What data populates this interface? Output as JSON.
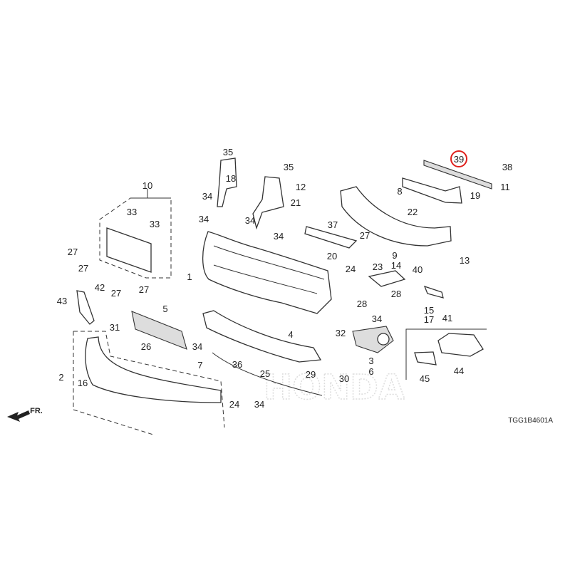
{
  "diagram": {
    "code": "TGG1B4601A",
    "direction": "FR.",
    "highlight_color": "#e0201c",
    "watermark": "HONDA",
    "labels": [
      "35",
      "18",
      "34",
      "34",
      "35",
      "21",
      "34",
      "34",
      "12",
      "8",
      "22",
      "19",
      "11",
      "39",
      "38",
      "37",
      "27",
      "20",
      "23",
      "40",
      "13",
      "9",
      "14",
      "24",
      "28",
      "28",
      "15",
      "17",
      "41",
      "34",
      "32",
      "3",
      "6",
      "44",
      "45",
      "10",
      "33",
      "33",
      "27",
      "27",
      "1",
      "43",
      "42",
      "27",
      "27",
      "5",
      "31",
      "26",
      "34",
      "4",
      "7",
      "36",
      "25",
      "29",
      "30",
      "2",
      "16",
      "24",
      "34"
    ]
  }
}
